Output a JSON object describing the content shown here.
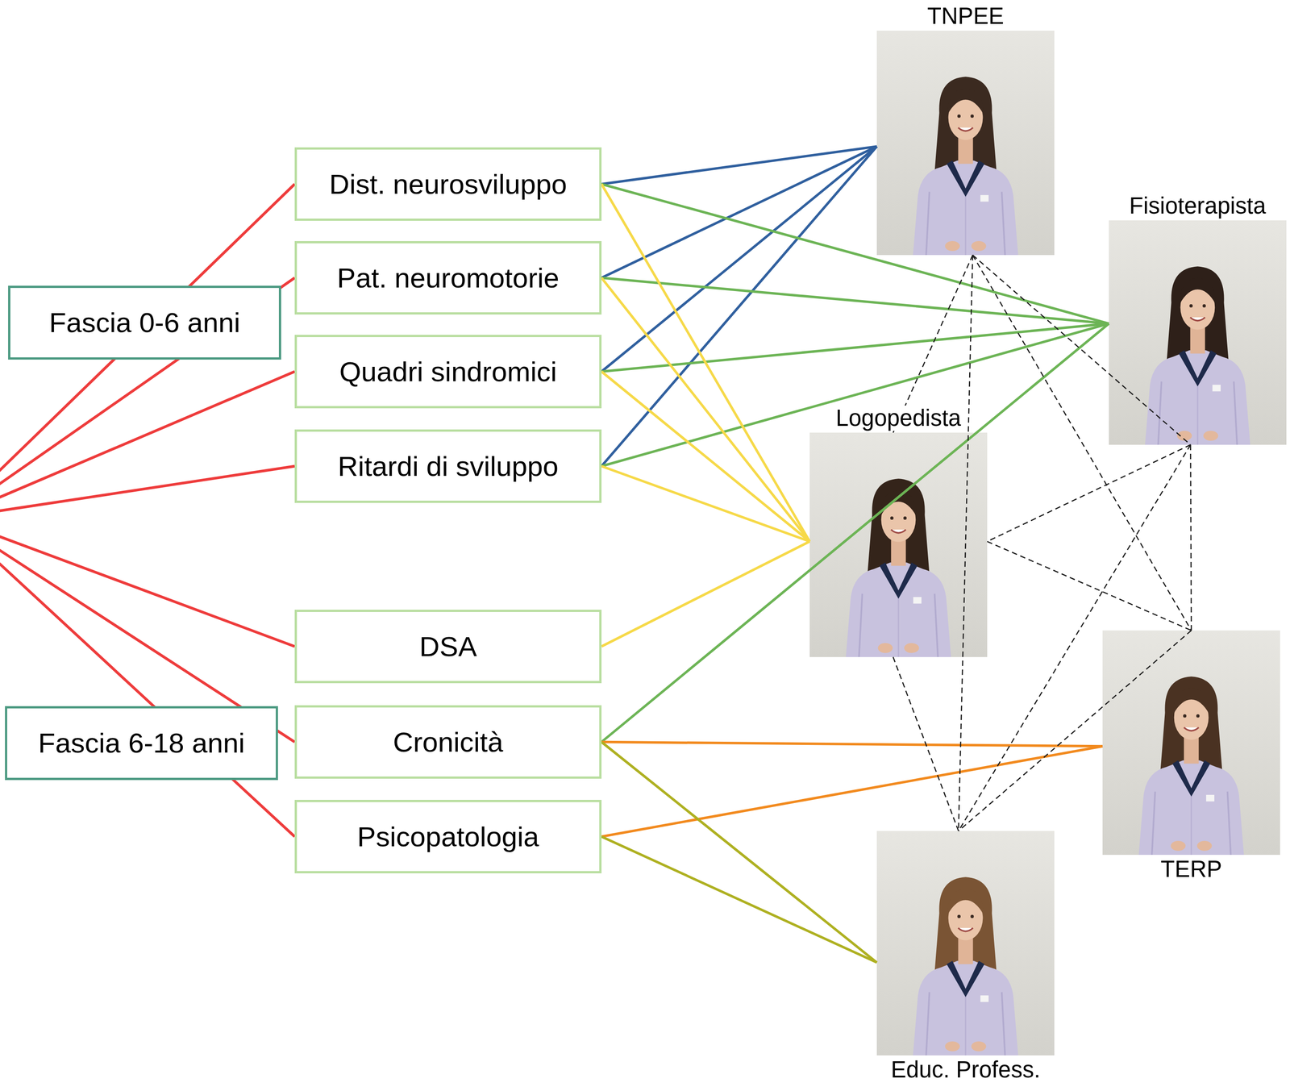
{
  "diagram": {
    "nodes": [
      {
        "text": [
          "Fascia 0-6 anni"
        ]
      },
      {
        "text": [
          "Fascia 6-18 anni"
        ]
      },
      {
        "text": [
          "Dist. neurosviluppo"
        ]
      },
      {
        "text": [
          "Pat. neuromotorie"
        ]
      },
      {
        "text": [
          "Quadri sindromici"
        ]
      },
      {
        "text": [
          "Ritardi di sviluppo"
        ]
      },
      {
        "text": [
          "DSA"
        ]
      },
      {
        "text": [
          "Cronicità"
        ]
      },
      {
        "text": [
          "Psicopatologia"
        ]
      },
      {
        "text": [
          "TNPEE"
        ]
      },
      {
        "text": [
          "Fisioterapista"
        ]
      },
      {
        "text": [
          "Logopedista"
        ]
      },
      {
        "text": [
          "TERP"
        ]
      },
      {
        "text": [
          "Educ. Profess."
        ]
      }
    ],
    "edges": [
      {
        "from": 0,
        "to": 2,
        "arrow": "none"
      },
      {
        "from": 0,
        "to": 3,
        "arrow": "none"
      },
      {
        "from": 0,
        "to": 4,
        "arrow": "none"
      },
      {
        "from": 0,
        "to": 5,
        "arrow": "none"
      },
      {
        "from": 1,
        "to": 6,
        "arrow": "none"
      },
      {
        "from": 1,
        "to": 7,
        "arrow": "none"
      },
      {
        "from": 1,
        "to": 8,
        "arrow": "none"
      },
      {
        "from": 2,
        "to": 9,
        "arrow": "none"
      },
      {
        "from": 3,
        "to": 9,
        "arrow": "none"
      },
      {
        "from": 4,
        "to": 9,
        "arrow": "none"
      },
      {
        "from": 5,
        "to": 9,
        "arrow": "none"
      },
      {
        "from": 2,
        "to": 10,
        "arrow": "none"
      },
      {
        "from": 3,
        "to": 10,
        "arrow": "none"
      },
      {
        "from": 4,
        "to": 10,
        "arrow": "none"
      },
      {
        "from": 5,
        "to": 10,
        "arrow": "none"
      },
      {
        "from": 7,
        "to": 10,
        "arrow": "none"
      },
      {
        "from": 2,
        "to": 11,
        "arrow": "none"
      },
      {
        "from": 3,
        "to": 11,
        "arrow": "none"
      },
      {
        "from": 4,
        "to": 11,
        "arrow": "none"
      },
      {
        "from": 5,
        "to": 11,
        "arrow": "none"
      },
      {
        "from": 6,
        "to": 11,
        "arrow": "none"
      },
      {
        "from": 7,
        "to": 12,
        "arrow": "none"
      },
      {
        "from": 8,
        "to": 12,
        "arrow": "none"
      },
      {
        "from": 7,
        "to": 13,
        "arrow": "none"
      },
      {
        "from": 8,
        "to": 13,
        "arrow": "none"
      },
      {
        "from": 9,
        "to": 10,
        "arrow": "none"
      },
      {
        "from": 9,
        "to": 11,
        "arrow": "none"
      },
      {
        "from": 9,
        "to": 12,
        "arrow": "none"
      },
      {
        "from": 9,
        "to": 13,
        "arrow": "none"
      },
      {
        "from": 10,
        "to": 11,
        "arrow": "none"
      },
      {
        "from": 10,
        "to": 12,
        "arrow": "none"
      },
      {
        "from": 10,
        "to": 13,
        "arrow": "none"
      },
      {
        "from": 11,
        "to": 12,
        "arrow": "none"
      },
      {
        "from": 11,
        "to": 13,
        "arrow": "none"
      },
      {
        "from": 12,
        "to": 13,
        "arrow": "none"
      }
    ]
  }
}
